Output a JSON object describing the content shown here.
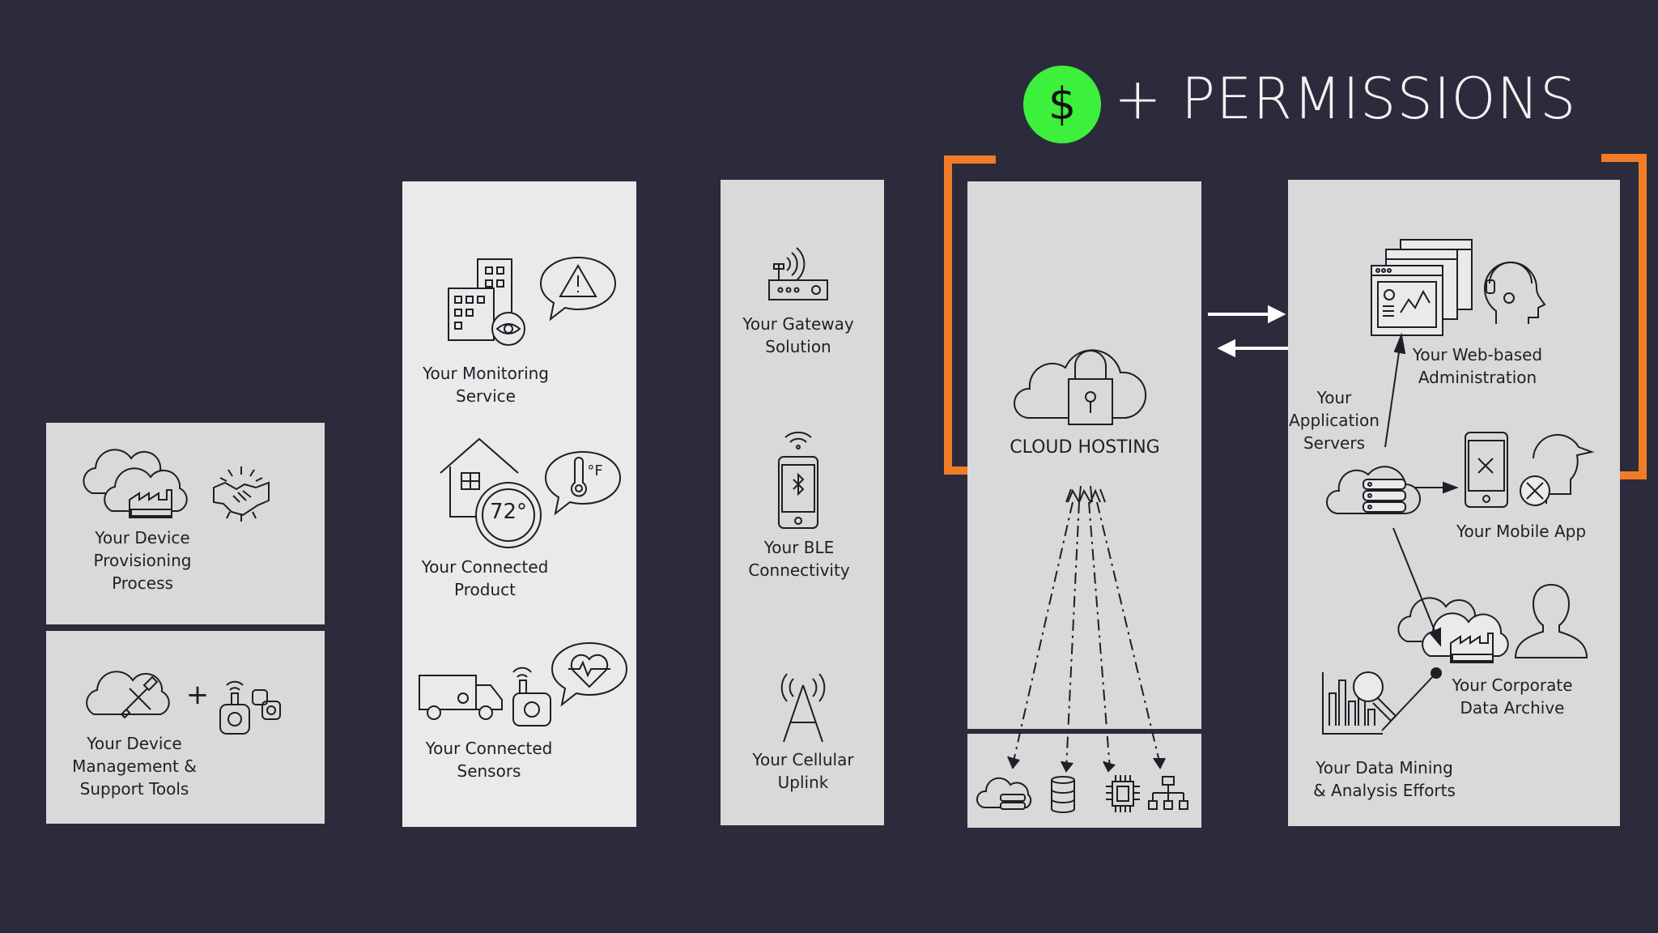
{
  "header": {
    "dollar_symbol": "$",
    "title": "+ PERMISSIONS"
  },
  "column1": {
    "provisioning_label": "Your Device\nProvisioning\nProcess",
    "management_label": "Your Device\nManagement &\nSupport Tools"
  },
  "column2": {
    "monitoring_label": "Your Monitoring\nService",
    "product_label": "Your Connected\nProduct",
    "thermostat_value": "72°",
    "thermometer_unit": "°F",
    "sensors_label": "Your Connected\nSensors"
  },
  "column3": {
    "gateway_label": "Your Gateway\nSolution",
    "ble_label": "Your BLE\nConnectivity",
    "cellular_label": "Your Cellular\nUplink"
  },
  "column4": {
    "cloud_label": "CLOUD HOSTING"
  },
  "column5": {
    "web_admin_label": "Your Web-based\nAdministration",
    "app_servers_label": "Your\nApplication\nServers",
    "mobile_app_label": "Your Mobile App",
    "archive_label": "Your Corporate\nData Archive",
    "data_mining_label": "Your Data Mining\n& Analysis Efforts"
  },
  "colors": {
    "background": "#2c2b3c",
    "bracket": "#f07c25",
    "dollar_circle": "#3cf03c"
  }
}
